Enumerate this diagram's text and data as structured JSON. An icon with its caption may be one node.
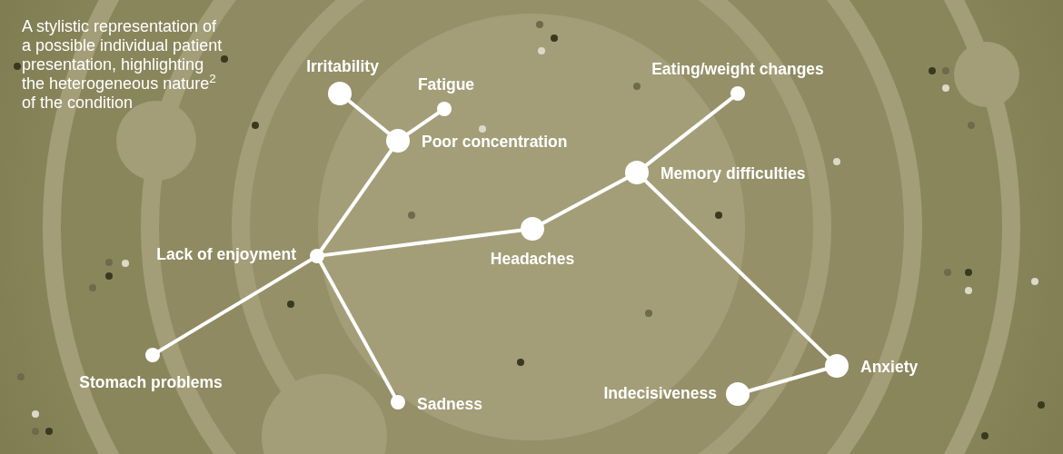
{
  "diagram": {
    "nodes": [
      {
        "text": [],
        "shape": "circle",
        "beside": [
          "Irritability"
        ]
      },
      {
        "text": [],
        "shape": "circle",
        "beside": [
          "Fatigue"
        ]
      },
      {
        "text": [],
        "shape": "circle",
        "beside": [
          "Poor concentration"
        ]
      },
      {
        "text": [],
        "shape": "circle",
        "beside": [
          "Eating/weight changes"
        ]
      },
      {
        "text": [],
        "shape": "circle",
        "beside": [
          "Memory difficulties"
        ]
      },
      {
        "text": [],
        "shape": "circle",
        "beside": [
          "Headaches"
        ]
      },
      {
        "text": [],
        "shape": "circle",
        "beside": [
          "Lack of enjoyment"
        ]
      },
      {
        "text": [],
        "shape": "circle",
        "beside": [
          "Stomach problems"
        ]
      },
      {
        "text": [],
        "shape": "circle",
        "beside": [
          "Sadness"
        ]
      },
      {
        "text": [],
        "shape": "circle",
        "beside": [
          "Anxiety"
        ]
      },
      {
        "text": [],
        "shape": "circle",
        "beside": [
          "Indecisiveness"
        ]
      }
    ],
    "edges": [
      {
        "from": 0,
        "to": 2,
        "arrow": "none"
      },
      {
        "from": 1,
        "to": 2,
        "arrow": "none"
      },
      {
        "from": 2,
        "to": 6,
        "arrow": "none"
      },
      {
        "from": 3,
        "to": 4,
        "arrow": "none"
      },
      {
        "from": 4,
        "to": 5,
        "arrow": "none"
      },
      {
        "from": 5,
        "to": 6,
        "arrow": "none"
      },
      {
        "from": 4,
        "to": 9,
        "arrow": "none"
      },
      {
        "from": 6,
        "to": 7,
        "arrow": "none"
      },
      {
        "from": 6,
        "to": 8,
        "arrow": "none"
      },
      {
        "from": 9,
        "to": 10,
        "arrow": "none"
      }
    ],
    "labels": [
      "A stylistic representation of a possible individual patient presentation, highlighting the heterogeneous nature$^{2}$ of the condition"
    ]
  }
}
